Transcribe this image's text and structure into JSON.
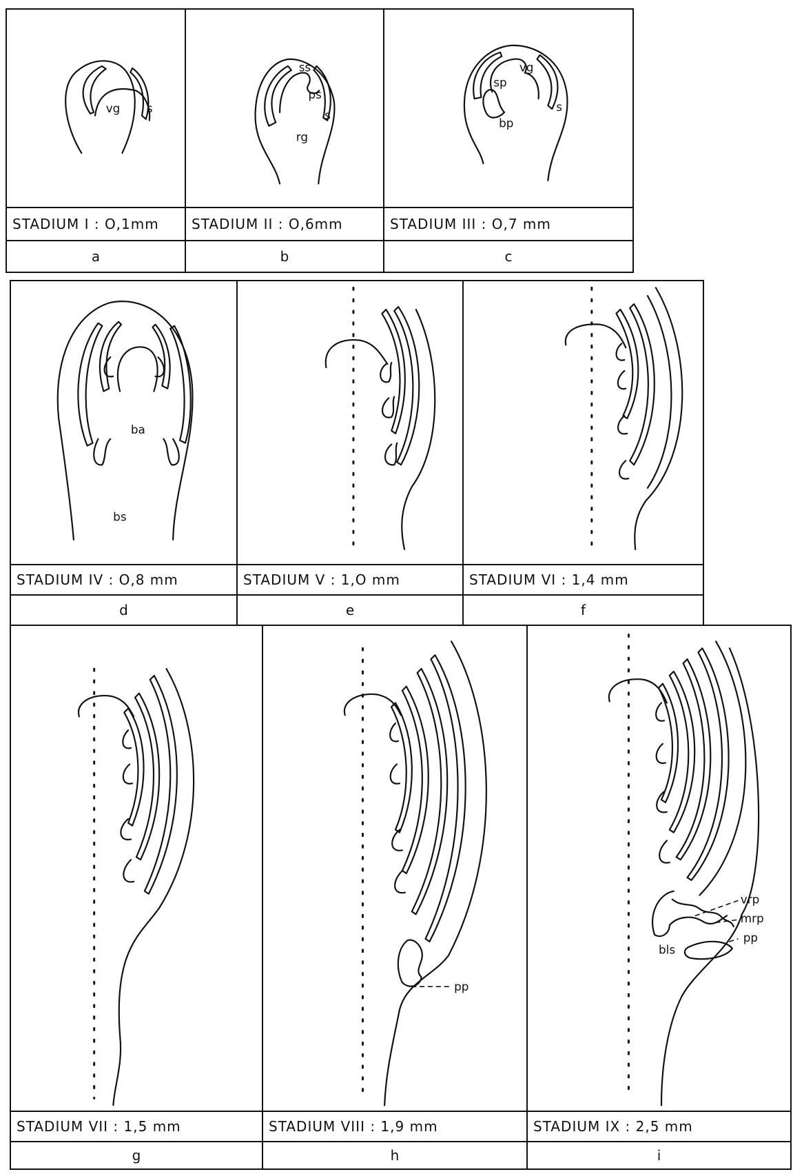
{
  "figure": {
    "panels": [
      {
        "id": "a",
        "stage": "STADIUM  I : O,1mm",
        "letter": "a",
        "labels": {
          "vg": "vg",
          "s": "s"
        }
      },
      {
        "id": "b",
        "stage": "STADIUM  II : O,6mm",
        "letter": "b",
        "labels": {
          "ss": "ss",
          "ps": "ps",
          "s": "s",
          "rg": "rg"
        }
      },
      {
        "id": "c",
        "stage": "STADIUM  III :  O,7 mm",
        "letter": "c",
        "labels": {
          "vg": "vg",
          "sp": "sp",
          "bp": "bp",
          "s": "s"
        }
      },
      {
        "id": "d",
        "stage": "STADIUM IV : O,8 mm",
        "letter": "d",
        "labels": {
          "ba": "ba",
          "bs": "bs"
        }
      },
      {
        "id": "e",
        "stage": "STADIUM  V : 1,O mm",
        "letter": "e",
        "labels": {}
      },
      {
        "id": "f",
        "stage": "STADIUM  VI : 1,4 mm",
        "letter": "f",
        "labels": {}
      },
      {
        "id": "g",
        "stage": "STADIUM   VII : 1,5 mm",
        "letter": "g",
        "labels": {}
      },
      {
        "id": "h",
        "stage": "STADIUM  VIII :  1,9 mm",
        "letter": "h",
        "labels": {
          "pp": "pp"
        }
      },
      {
        "id": "i",
        "stage": "STADIUM  IX : 2,5 mm",
        "letter": "i",
        "labels": {
          "vrp": "vrp",
          "mrp": "mrp",
          "pp": "pp",
          "bls": "bls"
        }
      }
    ]
  }
}
